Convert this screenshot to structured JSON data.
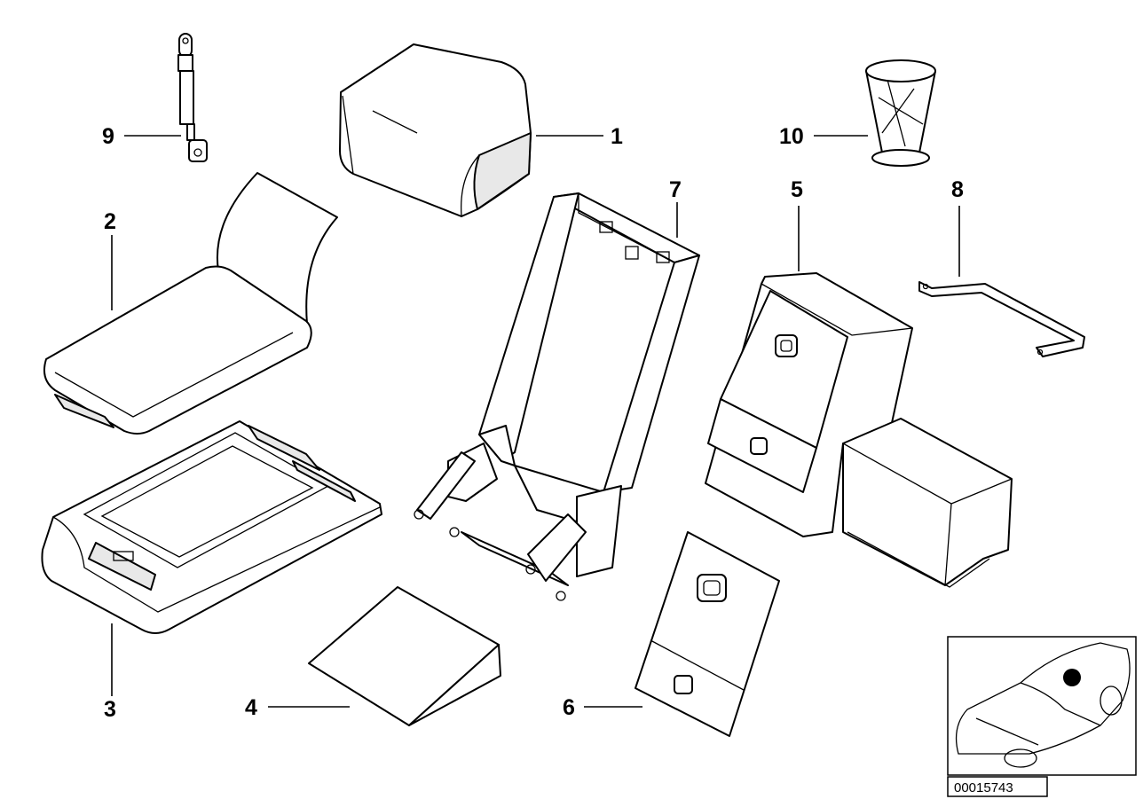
{
  "callouts": {
    "c1": "1",
    "c2": "2",
    "c3": "3",
    "c4": "4",
    "c5": "5",
    "c6": "6",
    "c7": "7",
    "c8": "8",
    "c9": "9",
    "c10": "10"
  },
  "reference_code": "00015743",
  "parts": {
    "p1": "armrest-cover",
    "p2": "armrest-lid",
    "p3": "armrest-base",
    "p4": "wedge-pad",
    "p5": "console-housing",
    "p6": "cover-panel",
    "p7": "armrest-frame",
    "p8": "bracket",
    "p9": "gas-strut",
    "p10": "cup-insert"
  }
}
